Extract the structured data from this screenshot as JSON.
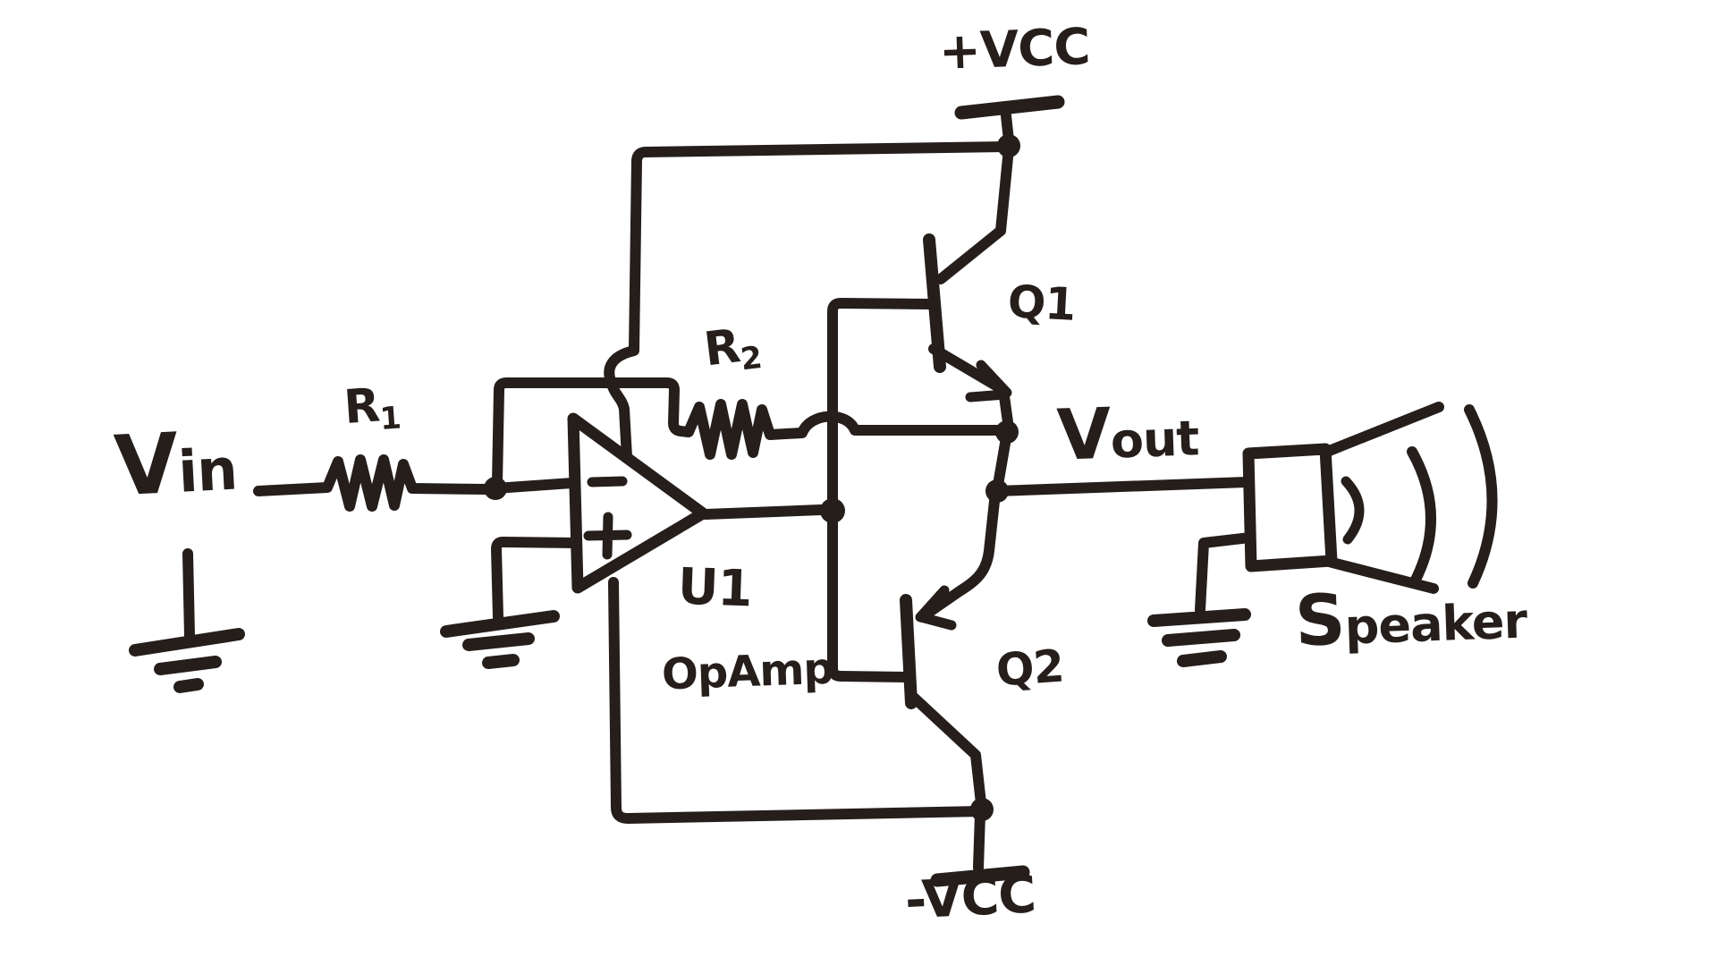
{
  "diagram": {
    "kind": "hand-drawn circuit schematic",
    "subject": "op-amp with complementary push-pull transistor output stage driving a speaker",
    "ink_color": "#251e1b",
    "paper_color": "#ffffff"
  },
  "labels": {
    "vin": "Vin",
    "r1": {
      "ref": "R",
      "sub": "1"
    },
    "r2": {
      "ref": "R",
      "sub": "2"
    },
    "u1_ref": "U1",
    "u1_name": "OpAmp",
    "q1": "Q1",
    "q2": "Q2",
    "vcc_pos": "+VCC",
    "vcc_neg": "-VCC",
    "vout": "Vout",
    "speaker": "Speaker"
  },
  "components": [
    {
      "id": "R1",
      "kind": "resistor"
    },
    {
      "id": "R2",
      "kind": "feedback resistor"
    },
    {
      "id": "U1",
      "kind": "op-amp",
      "label": "OpAmp"
    },
    {
      "id": "Q1",
      "kind": "NPN transistor"
    },
    {
      "id": "Q2",
      "kind": "PNP transistor"
    },
    {
      "id": "Speaker",
      "kind": "speaker"
    }
  ],
  "power": {
    "positive_rail": "+VCC",
    "negative_rail": "-VCC",
    "ground_symbol_count": 3
  },
  "ports": {
    "input": "Vin",
    "output": "Vout"
  }
}
